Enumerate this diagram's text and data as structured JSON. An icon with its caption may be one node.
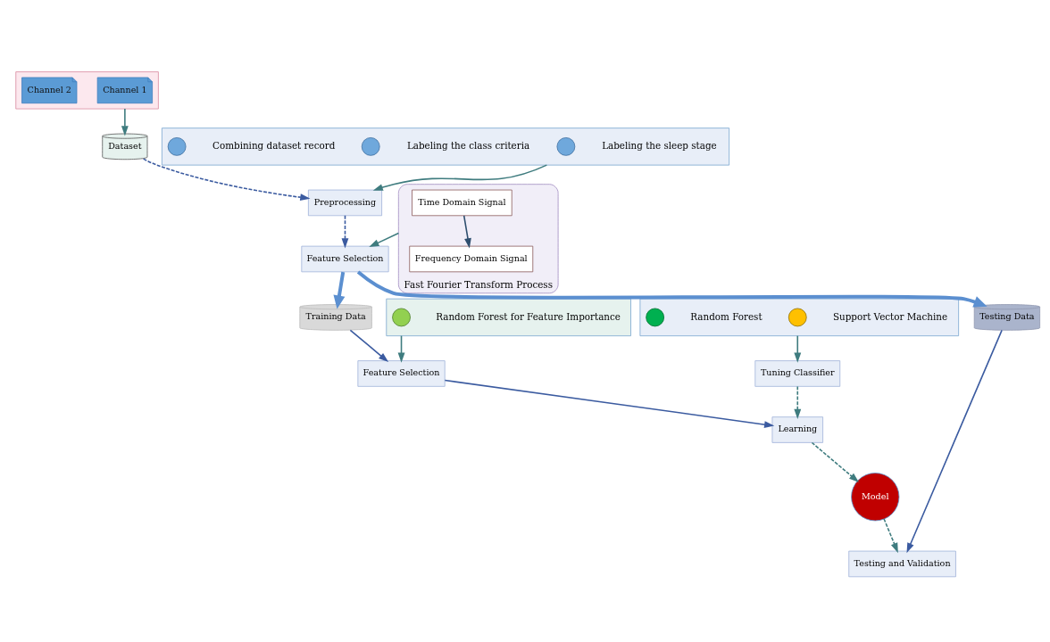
{
  "diagram": {
    "nodes": [
      {
        "text": [],
        "shape": "box"
      },
      {
        "text": [
          "Channel 1"
        ],
        "in": 0
      },
      {
        "text": [
          "Channel 2"
        ],
        "in": 0
      },
      {
        "text": [],
        "shape": "box"
      },
      {
        "text": [],
        "shape": "circle",
        "in": 3,
        "beside": [
          "Labeling the sleep stage"
        ]
      },
      {
        "text": [],
        "shape": "circle",
        "in": 3,
        "beside": [
          "Labeling the class criteria"
        ]
      },
      {
        "text": [],
        "shape": "circle",
        "in": 3,
        "beside": [
          "Combining dataset record"
        ]
      },
      {
        "text": [
          "Fast Fourier Transform Process"
        ]
      },
      {
        "text": [
          "Time Domain Signal"
        ],
        "in": 7
      },
      {
        "text": [
          "Frequency Domain Signal"
        ],
        "in": 7
      },
      {
        "text": [],
        "shape": "box"
      },
      {
        "text": [],
        "shape": "circle",
        "in": 10,
        "beside": [
          "Random Forest for Feature Importance"
        ]
      },
      {
        "text": [],
        "shape": "box"
      },
      {
        "text": [],
        "shape": "circle",
        "in": 12,
        "beside": [
          "Support Vector Machine"
        ]
      },
      {
        "text": [],
        "shape": "circle",
        "in": 12,
        "beside": [
          "Random Forest"
        ]
      },
      {
        "text": [
          "Dataset"
        ]
      },
      {
        "text": [
          "Preprocessing"
        ]
      },
      {
        "text": [
          "Feature Selection"
        ]
      },
      {
        "text": [
          "Training Data"
        ]
      },
      {
        "text": [
          "Testing Data"
        ]
      },
      {
        "text": [
          "Feature Selection"
        ]
      },
      {
        "text": [
          "Tuning Classifier"
        ]
      },
      {
        "text": [
          "Learning"
        ]
      },
      {
        "text": [
          "Model"
        ]
      },
      {
        "text": [
          "Testing and Validation"
        ]
      }
    ],
    "edges": [
      {
        "from": 0,
        "to": 15,
        "arrow": "to"
      },
      {
        "from": 3,
        "to": 16,
        "arrow": "to"
      },
      {
        "from": 7,
        "to": 17,
        "arrow": "to"
      },
      {
        "from": 8,
        "to": 9,
        "arrow": "to",
        "color": "#2f4f6f"
      },
      {
        "from": 10,
        "to": 20,
        "arrow": "to"
      },
      {
        "from": 12,
        "to": 21,
        "arrow": "to"
      },
      {
        "from": 15,
        "to": 16,
        "arrow": "to",
        "style": "dashed",
        "color": "#3b5ba0"
      },
      {
        "from": 16,
        "to": 17,
        "arrow": "to",
        "style": "dashed",
        "color": "#3b5ba0"
      },
      {
        "from": 17,
        "to": 18,
        "arrow": "to",
        "style": "thick",
        "color": "#5b8fd0"
      },
      {
        "from": 17,
        "to": 19,
        "arrow": "to",
        "style": "thick",
        "color": "#5b8fd0"
      },
      {
        "from": 18,
        "to": 20,
        "arrow": "to",
        "color": "#3b5ba0"
      },
      {
        "from": 19,
        "to": 24,
        "arrow": "to",
        "color": "#3b5ba0"
      },
      {
        "from": 20,
        "to": 22,
        "arrow": "to",
        "color": "#3b5ba0"
      },
      {
        "from": 21,
        "to": 22,
        "arrow": "to",
        "style": "dashed"
      },
      {
        "from": 22,
        "to": 23,
        "arrow": "to",
        "style": "dashed"
      },
      {
        "from": 23,
        "to": 24,
        "arrow": "to",
        "style": "dashed"
      }
    ]
  }
}
